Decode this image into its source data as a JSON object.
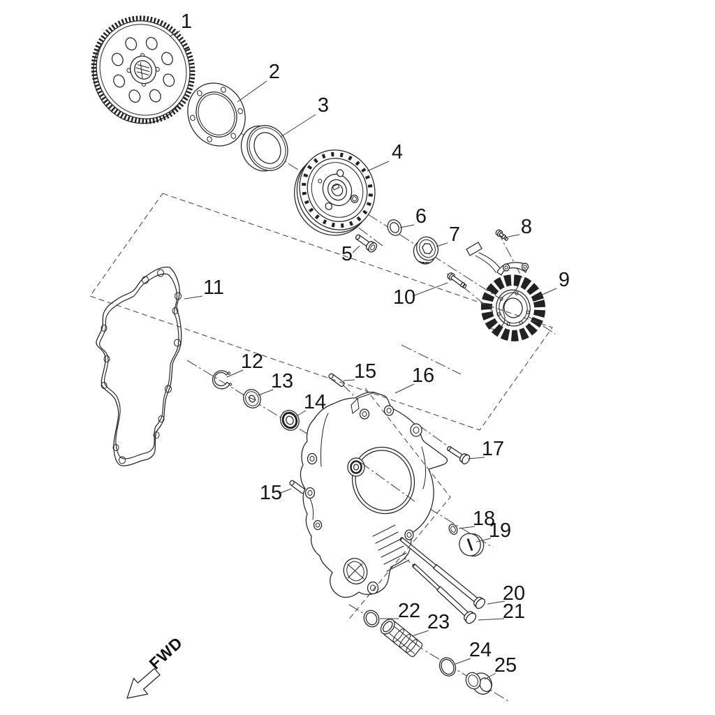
{
  "diagram": {
    "type": "exploded-parts-diagram",
    "fwd_label": "FWD",
    "colors": {
      "line": "#222222",
      "annotation": "#4d4d4d",
      "label": "#161616",
      "background": "#ffffff"
    },
    "callouts": {
      "c1": "1",
      "c2": "2",
      "c3": "3",
      "c4": "4",
      "c5": "5",
      "c6": "6",
      "c7": "7",
      "c8": "8",
      "c9": "9",
      "c10": "10",
      "c11": "11",
      "c12": "12",
      "c13": "13",
      "c14": "14",
      "c15": "15",
      "c15b": "15",
      "c16": "16",
      "c17": "17",
      "c18": "18",
      "c19": "19",
      "c20": "20",
      "c21": "21",
      "c22": "22",
      "c23": "23",
      "c24": "24",
      "c25": "25"
    }
  }
}
